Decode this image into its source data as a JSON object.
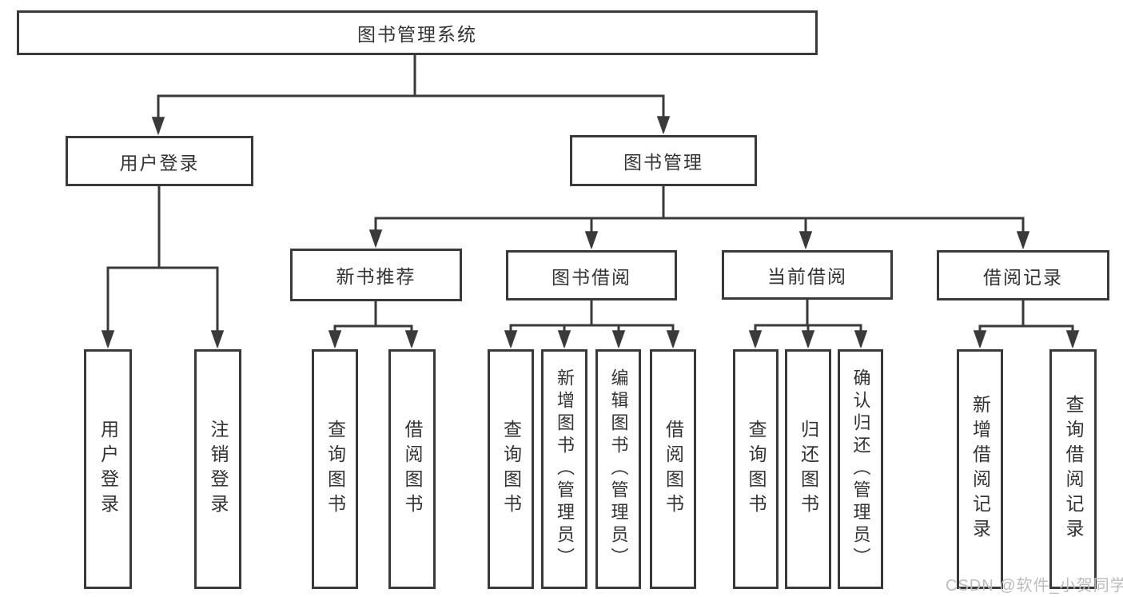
{
  "nodes": {
    "root": "图书管理系统",
    "user_login": "用户登录",
    "book_mgmt": "图书管理",
    "new_book_rec": "新书推荐",
    "book_borrow": "图书借阅",
    "current_borrow": "当前借阅",
    "borrow_records": "借阅记录",
    "leaves": [
      "用户登录",
      "注销登录",
      "查询图书",
      "借阅图书",
      "查询图书",
      "新增图书（管理员）",
      "编辑图书（管理员）",
      "借阅图书",
      "查询图书",
      "归还图书",
      "确认归还（管理员）",
      "新增借阅记录",
      "查询借阅记录"
    ]
  },
  "tree": {
    "图书管理系统": [
      "用户登录",
      "图书管理"
    ],
    "用户登录": [
      "用户登录",
      "注销登录"
    ],
    "图书管理": [
      "新书推荐",
      "图书借阅",
      "当前借阅",
      "借阅记录"
    ],
    "新书推荐": [
      "查询图书",
      "借阅图书"
    ],
    "图书借阅": [
      "查询图书",
      "新增图书（管理员）",
      "编辑图书（管理员）",
      "借阅图书"
    ],
    "当前借阅": [
      "查询图书",
      "归还图书",
      "确认归还（管理员）"
    ],
    "借阅记录": [
      "新增借阅记录",
      "查询借阅记录"
    ]
  },
  "colors": {
    "line": "#3a3a3a",
    "text": "#333333",
    "background": "#ffffff",
    "watermark": "#bcbcbc"
  },
  "watermark": "CSDN @软件_小贺同学"
}
